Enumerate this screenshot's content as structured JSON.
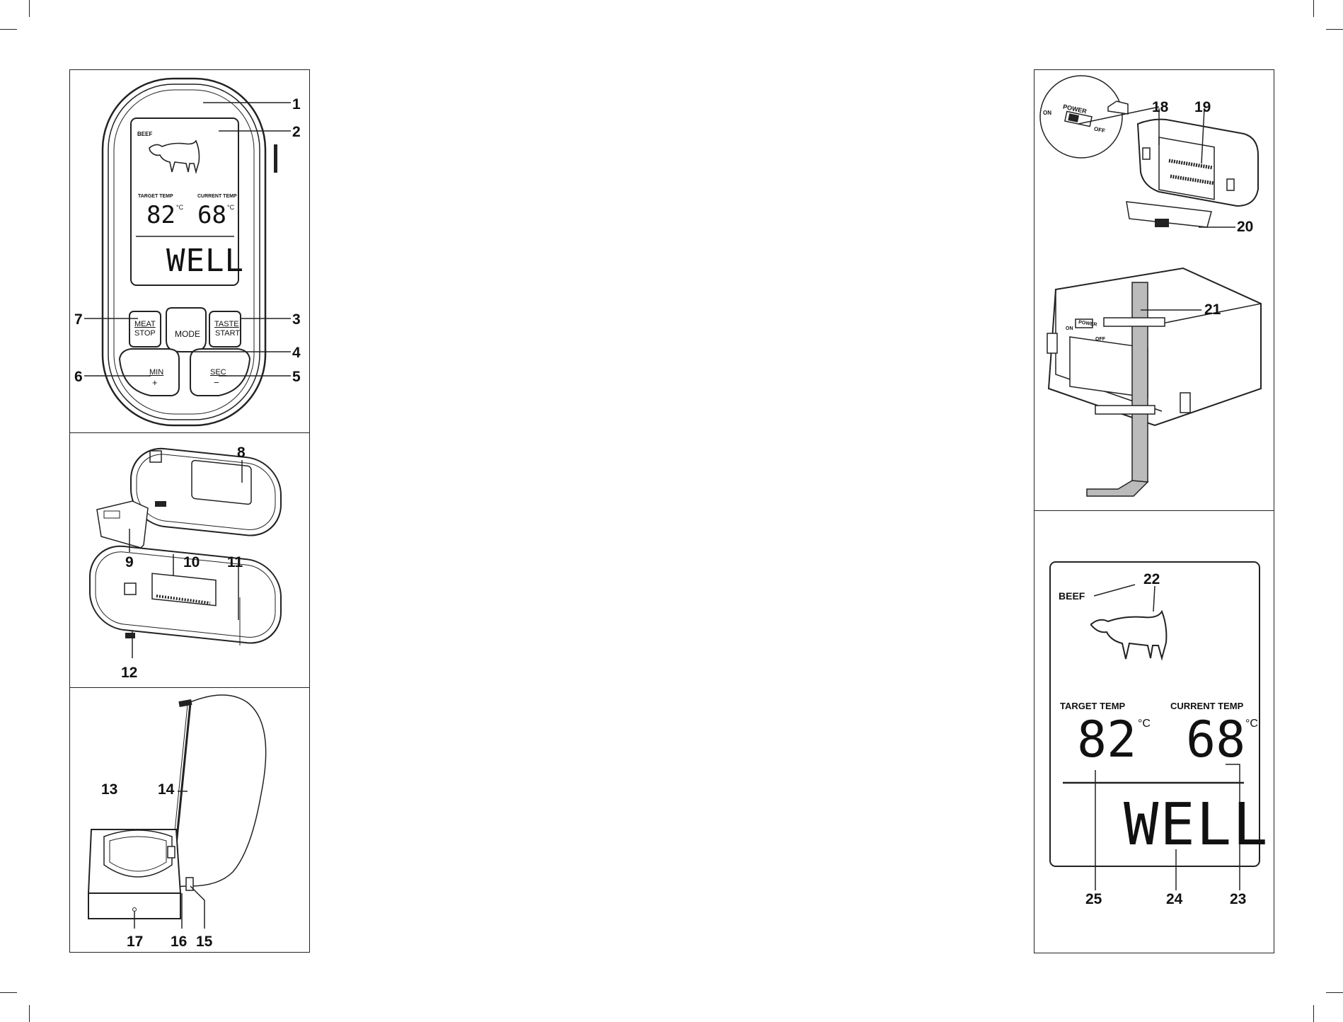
{
  "device_front": {
    "lcd_category": "BEEF",
    "target_label": "TARGET TEMP",
    "current_label": "CURRENT TEMP",
    "target_value": "82",
    "current_value": "68",
    "unit": "°C",
    "doneness": "WELL",
    "buttons": {
      "meat": "MEAT",
      "stop": "STOP",
      "mode": "MODE",
      "taste": "TASTE",
      "start": "START",
      "min": "MIN",
      "plus": "+",
      "sec": "SEC",
      "minus": "−"
    }
  },
  "switch_labels": {
    "power": "POWER",
    "on": "ON",
    "off": "OFF"
  },
  "lcd_detail": {
    "category": "BEEF",
    "target_label": "TARGET TEMP",
    "current_label": "CURRENT TEMP",
    "target_value": "82",
    "current_value": "68",
    "unit": "°C",
    "doneness": "WELL"
  },
  "callouts": [
    "1",
    "2",
    "3",
    "4",
    "5",
    "6",
    "7",
    "8",
    "9",
    "10",
    "11",
    "12",
    "13",
    "14",
    "15",
    "16",
    "17",
    "18",
    "19",
    "20",
    "21",
    "22",
    "23",
    "24",
    "25"
  ]
}
